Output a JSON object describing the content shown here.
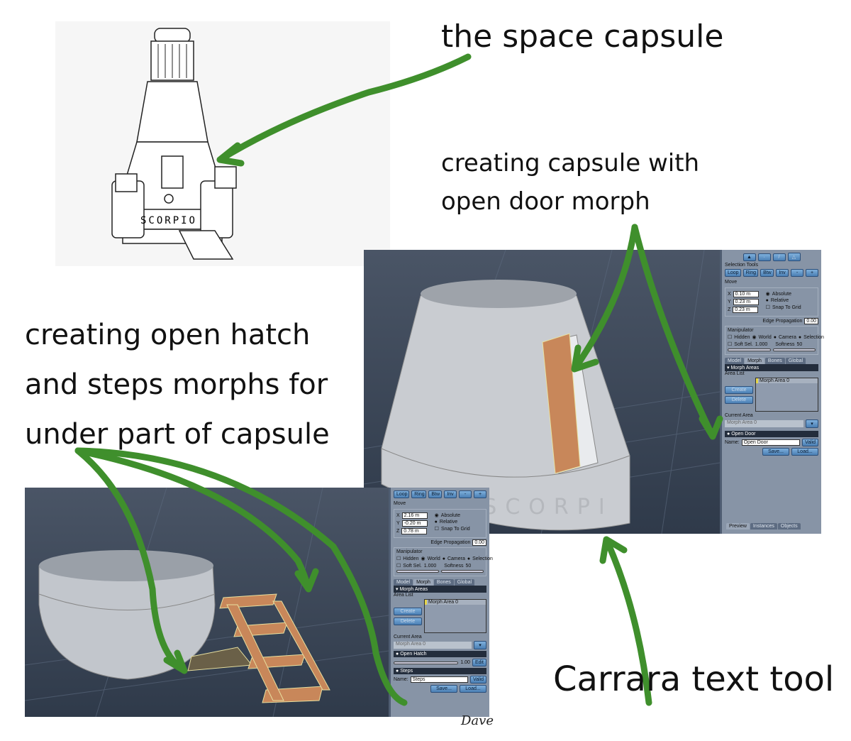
{
  "annotations": {
    "space_capsule": "the space capsule",
    "door_line1": "creating capsule with",
    "door_line2": "open door morph",
    "hatch_line1": "creating open hatch",
    "hatch_line2": "and steps morphs for",
    "hatch_line3": "under part of capsule",
    "text_tool": "Carrara text tool"
  },
  "signature": "Dave",
  "sketch": {
    "label": "SCORPIO"
  },
  "top_view": {
    "capsule_text": "SCORPI"
  },
  "panel_top": {
    "selection_tools": "Selection Tools",
    "buttons": [
      "Loop",
      "Ring",
      "Btw",
      "Inv",
      "-",
      "+"
    ],
    "move": "Move",
    "x_label": "X",
    "x": "0.10 m",
    "y_label": "Y",
    "y": "0.23 m",
    "z_label": "Z",
    "z": "0.23 m",
    "absolute": "Absolute",
    "relative": "Relative",
    "snap": "Snap To Grid",
    "edge_prop": "Edge Propagation",
    "edge_val": "0.00",
    "manipulator": "Manipulator",
    "hidden": "Hidden",
    "world": "World",
    "camera": "Camera",
    "selection": "Selection",
    "soft_sel": "Soft Sel.",
    "soft_val": "1.000",
    "softness": "Softness",
    "softness_val": "50",
    "tabs": [
      "Model",
      "Morph",
      "Bones",
      "Global"
    ],
    "morph_areas": "Morph Areas",
    "area_list": "Area List",
    "list_item": "Morph Area 0",
    "create": "Create",
    "delete": "Delete",
    "current_area": "Current Area",
    "current_val": "Morph Area 0",
    "morph_name": "Open Door",
    "name_label": "Name:",
    "name_val": "Open Door",
    "valid": "Valid",
    "save": "Save...",
    "load": "Load...",
    "bottom_tabs": [
      "Preview",
      "Instances",
      "Objects"
    ]
  },
  "panel_bottom": {
    "buttons": [
      "Loop",
      "Ring",
      "Btw",
      "Inv",
      "-",
      "+"
    ],
    "move": "Move",
    "x_label": "X",
    "x": "2.16 m",
    "y_label": "Y",
    "y": "-0.20 m",
    "z_label": "Z",
    "z": "0.78 m",
    "absolute": "Absolute",
    "relative": "Relative",
    "snap": "Snap To Grid",
    "edge_prop": "Edge Propagation",
    "edge_val": "0.00",
    "manipulator": "Manipulator",
    "hidden": "Hidden",
    "world": "World",
    "camera": "Camera",
    "selection": "Selection",
    "soft_sel": "Soft Sel.",
    "soft_val": "1.000",
    "softness": "Softness",
    "softness_val": "50",
    "tabs": [
      "Model",
      "Morph",
      "Bones",
      "Global"
    ],
    "morph_areas": "Morph Areas",
    "area_list": "Area List",
    "list_item": "Morph Area 0",
    "create": "Create",
    "delete": "Delete",
    "current_area": "Current Area",
    "current_val": "Morph Area 0",
    "hatch": "Open Hatch",
    "hatch_val": "1.00",
    "edit": "Edit",
    "morph_name": "Steps",
    "name_label": "Name:",
    "name_val": "Steps",
    "valid": "Valid",
    "save": "Save...",
    "load": "Load..."
  },
  "colors": {
    "arrow": "#3f8f2c",
    "mesh": "#c8875a"
  }
}
